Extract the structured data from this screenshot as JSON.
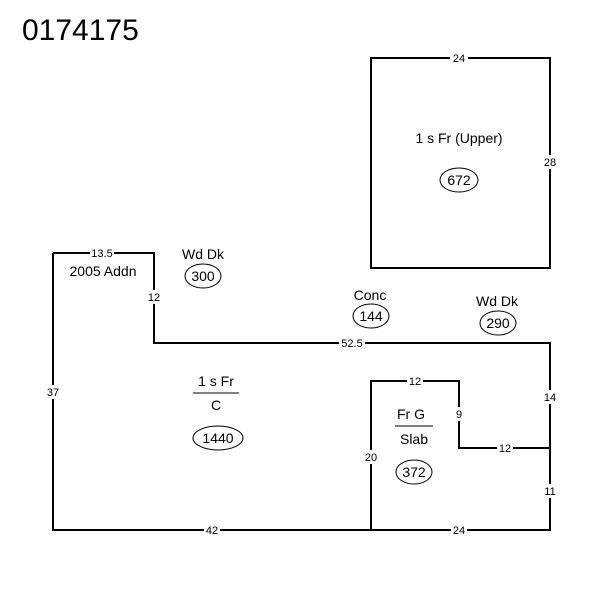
{
  "title": "0174175",
  "areas": {
    "upper": {
      "label": "1 s Fr  (Upper)",
      "sqft": "672"
    },
    "addn": {
      "label": "2005 Addn"
    },
    "deck1": {
      "label": "Wd Dk",
      "sqft": "300"
    },
    "conc": {
      "label": "Conc",
      "sqft": "144"
    },
    "deck2": {
      "label": "Wd Dk",
      "sqft": "290"
    },
    "main": {
      "label_top": "1 s Fr",
      "label_bottom": "C",
      "sqft": "1440"
    },
    "garage": {
      "label_top": "Fr G",
      "label_bottom": "Slab",
      "sqft": "372"
    }
  },
  "dims": {
    "upper_top": "24",
    "upper_right": "28",
    "main_top_left": "13.5",
    "main_step": "12",
    "main_top": "52.5",
    "main_left": "37",
    "main_right_upper": "14",
    "main_right_lower": "11",
    "main_bottom_left": "42",
    "main_bottom_right": "24",
    "garage_top": "12",
    "garage_step": "9",
    "garage_mid": "12",
    "garage_left": "20"
  }
}
